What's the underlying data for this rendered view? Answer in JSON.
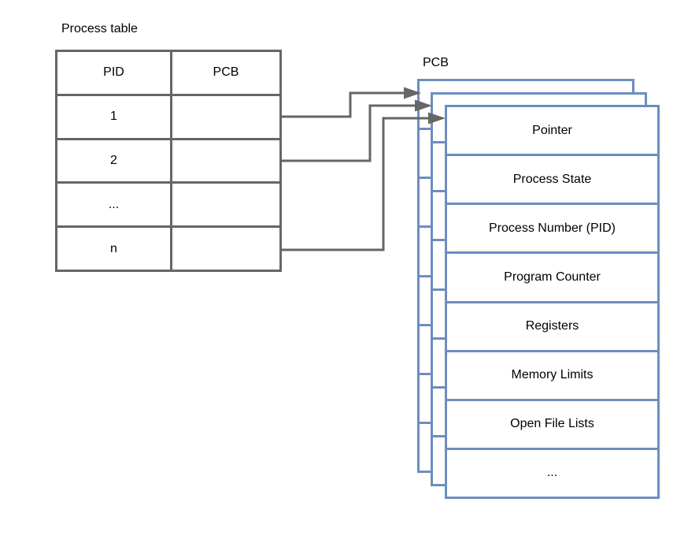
{
  "labels": {
    "process_table": "Process table",
    "pcb": "PCB"
  },
  "process_table": {
    "headers": [
      "PID",
      "PCB"
    ],
    "rows": [
      {
        "pid": "1",
        "pcb": ""
      },
      {
        "pid": "2",
        "pcb": ""
      },
      {
        "pid": "...",
        "pcb": ""
      },
      {
        "pid": "n",
        "pcb": ""
      }
    ]
  },
  "pcb": {
    "stack_count": 3,
    "fields": [
      "Pointer",
      "Process State",
      "Process Number (PID)",
      "Program Counter",
      "Registers",
      "Memory Limits",
      "Open File Lists",
      "..."
    ]
  },
  "arrows": [
    {
      "from": "process table row 1 PCB cell",
      "to": "back PCB box"
    },
    {
      "from": "process table row 2 PCB cell",
      "to": "middle PCB box"
    },
    {
      "from": "process table row n PCB cell",
      "to": "front PCB box"
    }
  ],
  "colors": {
    "table_and_arrow_gray": "#666666",
    "pcb_border_blue": "#6c8ebf",
    "background": "#ffffff",
    "text": "#000000"
  }
}
